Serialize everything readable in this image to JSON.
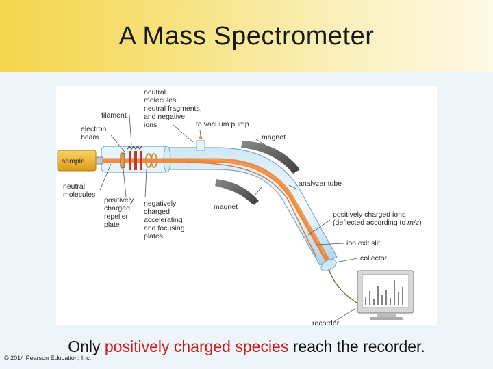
{
  "slide": {
    "title": "A Mass Spectrometer",
    "caption_prefix": "Only ",
    "caption_highlight": "positively charged species",
    "caption_suffix": " reach the recorder.",
    "copyright": "© 2014 Pearson Education, Inc.",
    "highlight_color": "#d11a1a"
  },
  "diagram": {
    "labels": {
      "sample": "sample",
      "filament": "filament",
      "electron_beam_1": "electron",
      "electron_beam_2": "beam",
      "neutral_1": "neutral",
      "neutral_2": "molecules,",
      "neutral_3": "neutral fragments,",
      "neutral_4": "and negative",
      "neutral_5": "ions",
      "vacuum_pump": "to vacuum pump",
      "magnet_top": "magnet",
      "magnet_bottom": "magnet",
      "analyzer_tube": "analyzer tube",
      "neutral_molecules_1": "neutral",
      "neutral_molecules_2": "molecules",
      "repeller_1": "positively",
      "repeller_2": "charged",
      "repeller_3": "repeller",
      "repeller_4": "plate",
      "accel_1": "negatively",
      "accel_2": "charged",
      "accel_3": "accelerating",
      "accel_4": "and focusing",
      "accel_5": "plates",
      "pos_ions_1": "positively charged ions",
      "pos_ions_2": "(deflected according to ",
      "pos_ions_mz": "m/z",
      "pos_ions_3": ")",
      "exit_slit": "ion exit slit",
      "collector": "collector",
      "recorder": "recorder"
    }
  }
}
